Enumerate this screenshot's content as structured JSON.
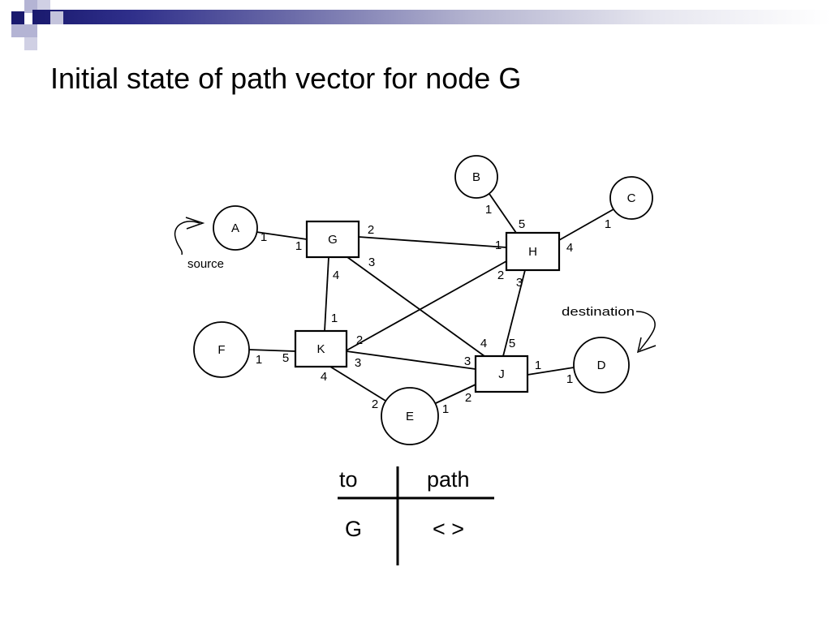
{
  "slide": {
    "title": "Initial state of path vector for node G"
  },
  "diagram": {
    "nodes": [
      {
        "id": "A",
        "shape": "circle",
        "label": "A"
      },
      {
        "id": "B",
        "shape": "circle",
        "label": "B"
      },
      {
        "id": "C",
        "shape": "circle",
        "label": "C"
      },
      {
        "id": "D",
        "shape": "circle",
        "label": "D"
      },
      {
        "id": "E",
        "shape": "circle",
        "label": "E"
      },
      {
        "id": "F",
        "shape": "circle",
        "label": "F"
      },
      {
        "id": "G",
        "shape": "box",
        "label": "G"
      },
      {
        "id": "H",
        "shape": "box",
        "label": "H"
      },
      {
        "id": "J",
        "shape": "box",
        "label": "J"
      },
      {
        "id": "K",
        "shape": "box",
        "label": "K"
      }
    ],
    "edges": [
      {
        "from": "A",
        "to": "G",
        "ports": [
          "1",
          "1"
        ]
      },
      {
        "from": "G",
        "to": "H",
        "ports": [
          "2",
          "1"
        ]
      },
      {
        "from": "G",
        "to": "J",
        "ports": [
          "3",
          "4"
        ]
      },
      {
        "from": "G",
        "to": "K",
        "ports": [
          "4",
          "1"
        ]
      },
      {
        "from": "B",
        "to": "H",
        "ports": [
          "1",
          "5"
        ]
      },
      {
        "from": "C",
        "to": "H",
        "ports": [
          "1",
          "4"
        ]
      },
      {
        "from": "K",
        "to": "H",
        "ports": [
          "2",
          "2"
        ]
      },
      {
        "from": "H",
        "to": "J",
        "ports": [
          "3",
          "5"
        ]
      },
      {
        "from": "F",
        "to": "K",
        "ports": [
          "1",
          "5"
        ]
      },
      {
        "from": "K",
        "to": "J",
        "ports": [
          "3",
          "3"
        ]
      },
      {
        "from": "K",
        "to": "E",
        "ports": [
          "4",
          "2"
        ]
      },
      {
        "from": "E",
        "to": "J",
        "ports": [
          "1",
          "2"
        ]
      },
      {
        "from": "J",
        "to": "D",
        "ports": [
          "1",
          "1"
        ]
      }
    ],
    "source_label": "source",
    "destination_label": "destination"
  },
  "table": {
    "headers": [
      "to",
      "path"
    ],
    "rows": [
      {
        "to": "G",
        "path": "< >"
      }
    ]
  }
}
